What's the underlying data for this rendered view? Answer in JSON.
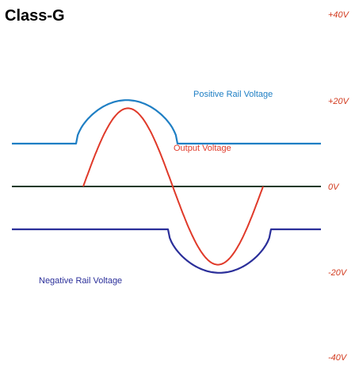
{
  "title": "Class-G",
  "levels": [
    {
      "label": "+40V",
      "value": 40
    },
    {
      "label": "+20V",
      "value": 20
    },
    {
      "label": "0V",
      "value": 0
    },
    {
      "label": "-20V",
      "value": -20
    },
    {
      "label": "-40V",
      "value": -40
    }
  ],
  "curve_labels": {
    "positive_rail": "Positive Rail Voltage",
    "output": "Output Voltage",
    "negative_rail": "Negative Rail Voltage"
  },
  "colors": {
    "positive_rail": "#1f7fc4",
    "output": "#e03a2a",
    "negative_rail": "#2b2f9a",
    "zero_line": "#1a3a2a",
    "level_labels": "#d23a1e"
  }
}
